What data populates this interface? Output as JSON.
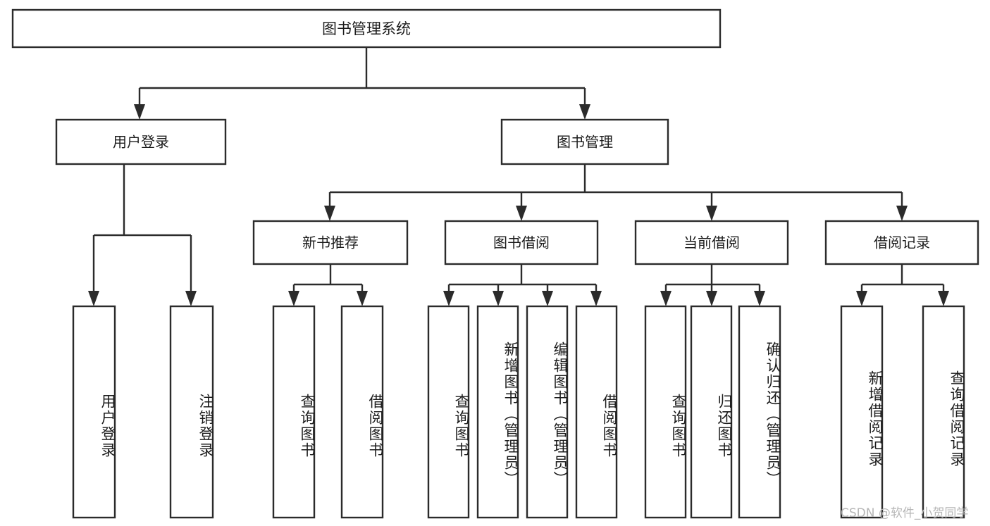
{
  "diagram": {
    "type": "hierarchy-tree",
    "title": "图书管理系统",
    "orientation": "top-down",
    "root": {
      "label": "图书管理系统",
      "level": 0
    },
    "nodes": [
      {
        "id": "root",
        "label": "图书管理系统",
        "level": 0,
        "parent": null,
        "orientation": "horizontal"
      },
      {
        "id": "login",
        "label": "用户登录",
        "level": 1,
        "parent": "root",
        "orientation": "horizontal"
      },
      {
        "id": "bookmgmt",
        "label": "图书管理",
        "level": 1,
        "parent": "root",
        "orientation": "horizontal"
      },
      {
        "id": "newrec",
        "label": "新书推荐",
        "level": 2,
        "parent": "bookmgmt",
        "orientation": "horizontal"
      },
      {
        "id": "borrow",
        "label": "图书借阅",
        "level": 2,
        "parent": "bookmgmt",
        "orientation": "horizontal"
      },
      {
        "id": "current",
        "label": "当前借阅",
        "level": 2,
        "parent": "bookmgmt",
        "orientation": "horizontal"
      },
      {
        "id": "records",
        "label": "借阅记录",
        "level": 2,
        "parent": "bookmgmt",
        "orientation": "horizontal"
      },
      {
        "id": "leaf1",
        "label": "用户登录",
        "level": 3,
        "parent": "login",
        "orientation": "vertical"
      },
      {
        "id": "leaf2",
        "label": "注销登录",
        "level": 3,
        "parent": "login",
        "orientation": "vertical"
      },
      {
        "id": "leaf3",
        "label": "查询图书",
        "level": 3,
        "parent": "newrec",
        "orientation": "vertical"
      },
      {
        "id": "leaf4",
        "label": "借阅图书",
        "level": 3,
        "parent": "newrec",
        "orientation": "vertical"
      },
      {
        "id": "leaf5",
        "label": "查询图书",
        "level": 3,
        "parent": "borrow",
        "orientation": "vertical"
      },
      {
        "id": "leaf6",
        "label": "新增图书（管理员）",
        "level": 3,
        "parent": "borrow",
        "orientation": "vertical"
      },
      {
        "id": "leaf7",
        "label": "编辑图书（管理员）",
        "level": 3,
        "parent": "borrow",
        "orientation": "vertical"
      },
      {
        "id": "leaf8",
        "label": "借阅图书",
        "level": 3,
        "parent": "borrow",
        "orientation": "vertical"
      },
      {
        "id": "leaf9",
        "label": "查询图书",
        "level": 3,
        "parent": "current",
        "orientation": "vertical"
      },
      {
        "id": "leaf10",
        "label": "归还图书",
        "level": 3,
        "parent": "current",
        "orientation": "vertical"
      },
      {
        "id": "leaf11",
        "label": "确认归还（管理员）",
        "level": 3,
        "parent": "current",
        "orientation": "vertical"
      },
      {
        "id": "leaf12",
        "label": "新增借阅记录",
        "level": 3,
        "parent": "records",
        "orientation": "vertical"
      },
      {
        "id": "leaf13",
        "label": "查询借阅记录",
        "level": 3,
        "parent": "records",
        "orientation": "vertical"
      }
    ],
    "colors": {
      "stroke": "#2b2b2b",
      "fill": "#ffffff",
      "text": "#1b1b1b",
      "background": "#ffffff",
      "watermark": "#b6b6b6"
    }
  },
  "watermark": {
    "text": "CSDN @软件_小贺同学"
  }
}
